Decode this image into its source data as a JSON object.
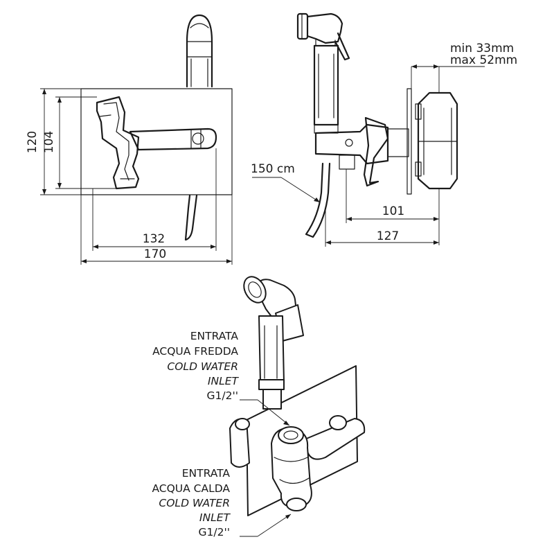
{
  "dimensions": {
    "height_outer": "120",
    "height_inner": "104",
    "width_inner": "132",
    "width_outer": "170",
    "wall_range_min": "min 33mm",
    "wall_range_max": "max 52mm",
    "hose_length": "150 cm",
    "depth_inner": "101",
    "depth_outer": "127"
  },
  "labels": {
    "cold_inlet": [
      "ENTRATA",
      "ACQUA FREDDA",
      "COLD WATER",
      "INLET",
      "G1/2''"
    ],
    "hot_inlet": [
      "ENTRATA",
      "ACQUA CALDA",
      "COLD WATER",
      "INLET",
      "G1/2''"
    ]
  }
}
